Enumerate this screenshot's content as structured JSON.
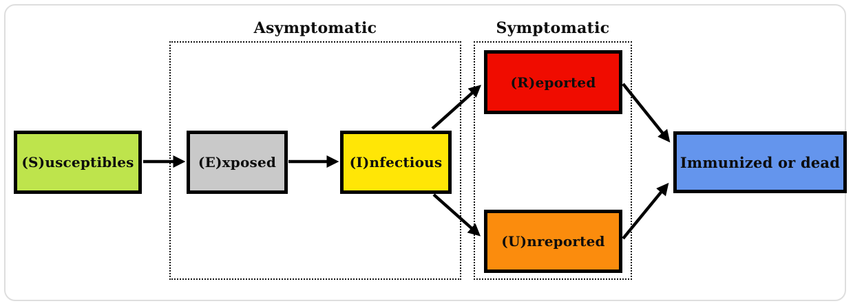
{
  "regions": {
    "asymptomatic": {
      "label": "Asymptomatic"
    },
    "symptomatic": {
      "label": "Symptomatic"
    }
  },
  "nodes": {
    "susceptibles": {
      "label": "(S)usceptibles",
      "fill": "#bee44c"
    },
    "exposed": {
      "label": "(E)xposed",
      "fill": "#c9c9c9"
    },
    "infectious": {
      "label": "(I)nfectious",
      "fill": "#ffe606"
    },
    "reported": {
      "label": "(R)eported",
      "fill": "#f00c00"
    },
    "unreported": {
      "label": "(U)nreported",
      "fill": "#fb8c0d"
    },
    "immunized_or_dead": {
      "label": "Immunized or dead",
      "fill": "#6495ed"
    }
  },
  "edges": [
    {
      "from": "susceptibles",
      "to": "exposed"
    },
    {
      "from": "exposed",
      "to": "infectious"
    },
    {
      "from": "infectious",
      "to": "reported"
    },
    {
      "from": "infectious",
      "to": "unreported"
    },
    {
      "from": "reported",
      "to": "immunized_or_dead"
    },
    {
      "from": "unreported",
      "to": "immunized_or_dead"
    }
  ],
  "colors": {
    "background": "#ffffff",
    "node_border": "#000000",
    "arrow": "#000000",
    "region_border": "#111111",
    "frame_border": "#dedede",
    "text": "#0d0d0d"
  }
}
